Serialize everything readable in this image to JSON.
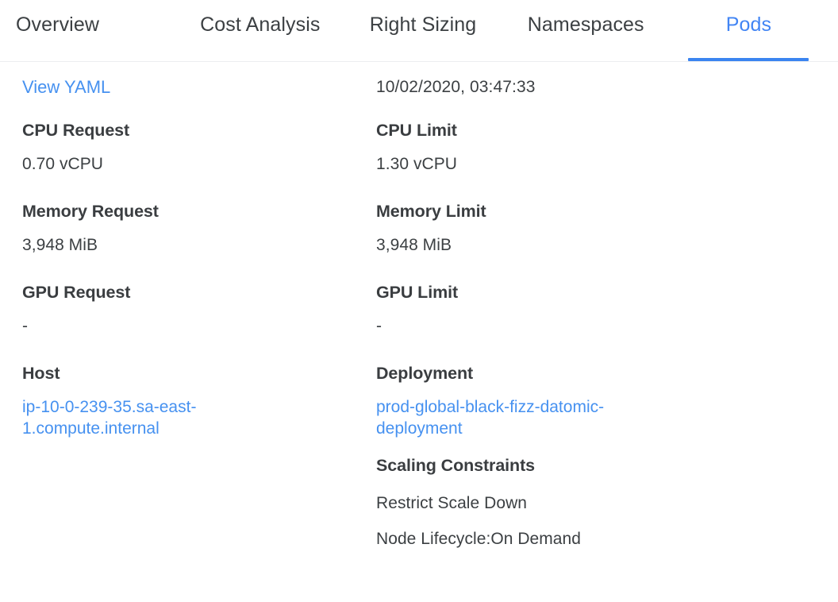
{
  "tabs": [
    {
      "label": "Overview",
      "name": "tab-overview",
      "active": false
    },
    {
      "label": "Cost Analysis",
      "name": "tab-cost-analysis",
      "active": false
    },
    {
      "label": "Right Sizing",
      "name": "tab-right-sizing",
      "active": false
    },
    {
      "label": "Namespaces",
      "name": "tab-namespaces",
      "active": false
    },
    {
      "label": "Pods",
      "name": "tab-pods",
      "active": true
    }
  ],
  "colors": {
    "accent": "#4285f4",
    "link": "#4691f0",
    "tab_underline": "#3b84f0",
    "text": "#3c4043",
    "label": "#3a3d40",
    "border": "#eceef0",
    "background": "#ffffff"
  },
  "detail": {
    "view_yaml_label": "View YAML",
    "timestamp": "10/02/2020, 03:47:33",
    "left": {
      "cpu_request_label": "CPU Request",
      "cpu_request_value": "0.70 vCPU",
      "memory_request_label": "Memory Request",
      "memory_request_value": "3,948 MiB",
      "gpu_request_label": "GPU Request",
      "gpu_request_value": "-",
      "host_label": "Host",
      "host_value": "ip-10-0-239-35.sa-east-1.compute.internal"
    },
    "right": {
      "cpu_limit_label": "CPU Limit",
      "cpu_limit_value": "1.30 vCPU",
      "memory_limit_label": "Memory Limit",
      "memory_limit_value": "3,948 MiB",
      "gpu_limit_label": "GPU Limit",
      "gpu_limit_value": "-",
      "deployment_label": "Deployment",
      "deployment_value": "prod-global-black-fizz-datomic-deployment",
      "scaling_constraints_label": "Scaling Constraints",
      "scaling_constraints": [
        "Restrict Scale Down",
        "Node Lifecycle:On Demand"
      ]
    }
  }
}
